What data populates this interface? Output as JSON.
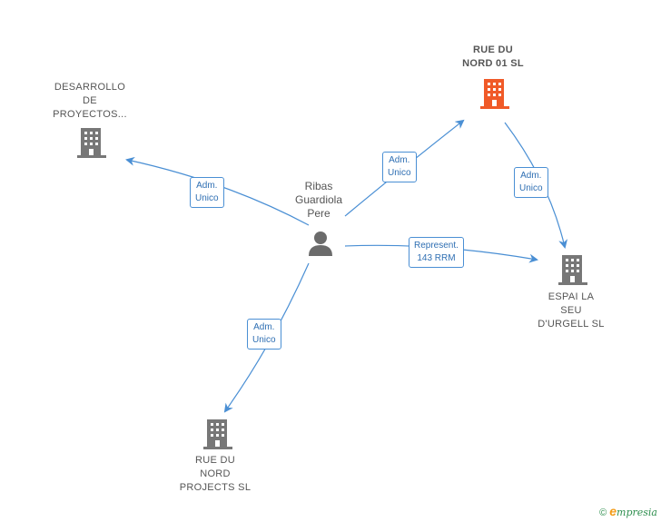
{
  "person": {
    "lines": [
      "Ribas",
      "Guardiola",
      "Pere"
    ],
    "icon": "person-icon"
  },
  "companies": {
    "desarrollo": {
      "lines": [
        "DESARROLLO",
        "DE",
        "PROYECTOS..."
      ],
      "icon": "building-icon",
      "color": "#777777"
    },
    "rue_nord_01": {
      "lines": [
        "RUE DU",
        "NORD 01  SL"
      ],
      "icon": "building-icon",
      "color": "#f05a28"
    },
    "espai": {
      "lines": [
        "ESPAI LA",
        "SEU",
        "D'URGELL  SL"
      ],
      "icon": "building-icon",
      "color": "#777777"
    },
    "rue_projects": {
      "lines": [
        "RUE DU",
        "NORD",
        "PROJECTS  SL"
      ],
      "icon": "building-icon",
      "color": "#777777"
    }
  },
  "edges": {
    "to_desarrollo": [
      "Adm.",
      "Unico"
    ],
    "to_rue_nord_01": [
      "Adm.",
      "Unico"
    ],
    "rue_to_espai": [
      "Adm.",
      "Unico"
    ],
    "to_espai": [
      "Represent.",
      "143 RRM"
    ],
    "to_rue_projects": [
      "Adm.",
      "Unico"
    ]
  },
  "footer": {
    "copyright": "©",
    "brand_initial": "e",
    "brand_rest": "mpresia"
  },
  "colors": {
    "edge": "#4a8fd4",
    "building": "#777777",
    "building_highlight": "#f05a28",
    "person": "#6b6b6b"
  }
}
